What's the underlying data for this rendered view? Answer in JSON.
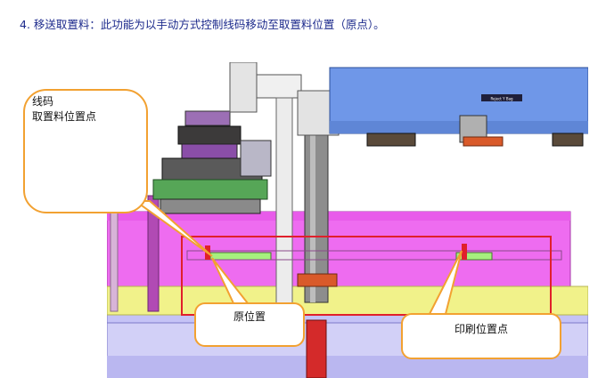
{
  "heading": "4. 移送取置料：此功能为以手动方式控制线码移动至取置料位置（原点）。",
  "callouts": {
    "origin_label": {
      "line1": "线码",
      "line2": "取置料位置点"
    },
    "home": "原位置",
    "print": "印刷位置点"
  },
  "figure": {
    "panel_label": "Reject Y Bag",
    "colors": {
      "blue_panel": "#6f97e8",
      "magenta": "#ee6cf0",
      "yellow_rail": "#f1f28a",
      "lavender": "#c5c3f6",
      "green_bar": "#a6f07e",
      "red_frame": "#e0202b",
      "callout_border": "#f2a131",
      "heading_text": "#1c2a8c"
    }
  }
}
